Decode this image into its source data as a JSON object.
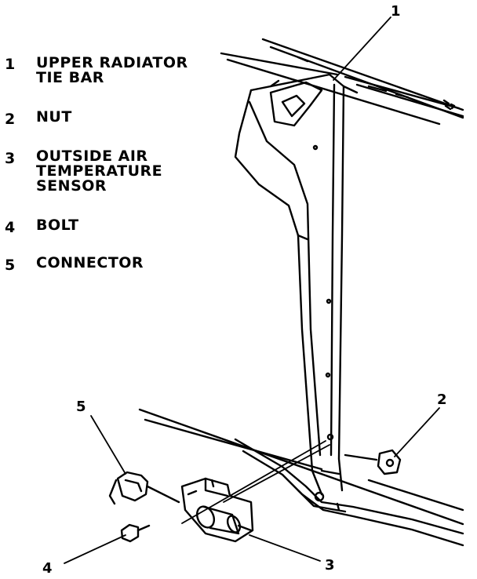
{
  "legend": [
    {
      "number": "1",
      "label": "UPPER RADIATOR\nTIE BAR"
    },
    {
      "number": "2",
      "label": "NUT"
    },
    {
      "number": "3",
      "label": "OUTSIDE AIR\nTEMPERATURE\nSENSOR"
    },
    {
      "number": "4",
      "label": "BOLT"
    },
    {
      "number": "5",
      "label": "CONNECTOR"
    }
  ],
  "callouts": {
    "c1": "1",
    "c2": "2",
    "c3": "3",
    "c4": "4",
    "c5": "5"
  }
}
